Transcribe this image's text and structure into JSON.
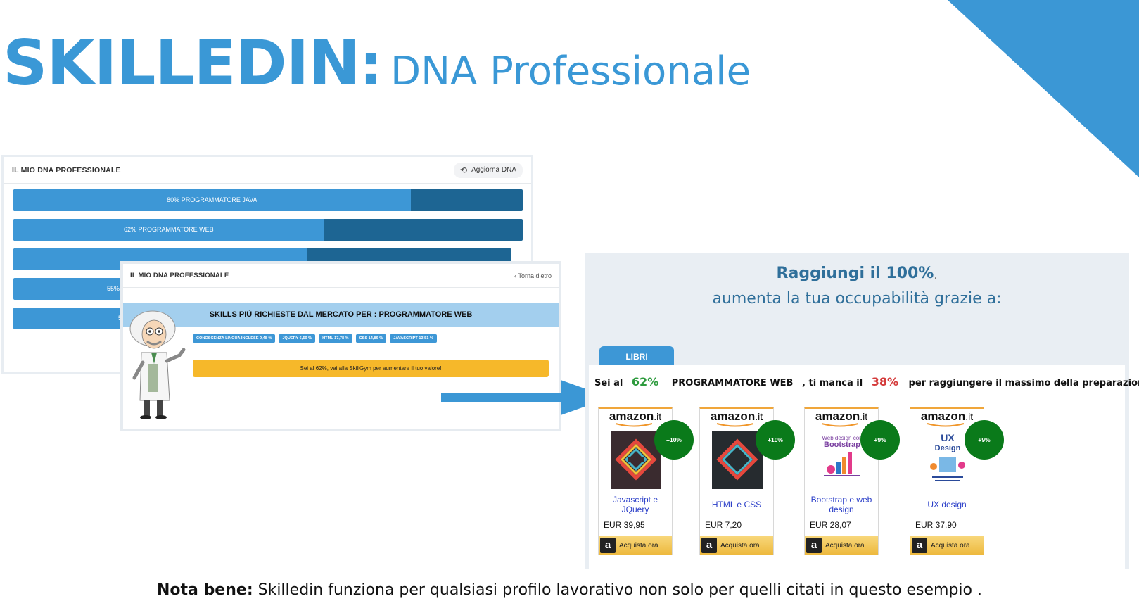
{
  "hero": {
    "brand": "SKILLEDIN",
    "colon": ":",
    "subtitle": "DNA Professionale"
  },
  "dna_panel": {
    "title": "IL MIO DNA PROFESSIONALE",
    "update_button": "Aggiorna DNA",
    "bars": [
      {
        "label": "80% PROGRAMMATORE JAVA",
        "value": 0.78
      },
      {
        "label": "62% PROGRAMMATORE WEB",
        "value": 0.61
      },
      {
        "label": "",
        "value": 0.59
      },
      {
        "label": "55%",
        "value": 0.22
      },
      {
        "label": "5",
        "value": 0.22
      }
    ]
  },
  "skills_panel": {
    "title": "IL MIO DNA PROFESSIONALE",
    "back_link": "Torna dietro",
    "banner": "SKILLS PIÙ RICHIESTE DAL MERCATO PER : PROGRAMMATORE WEB",
    "tags": [
      "CONOSCENZA LINGUA INGLESE 9,48 %",
      "JQUERY 6,59 %",
      "HTML 17,78 %",
      "CSS 14,86 %",
      "JAVASCRIPT 13,51 %"
    ],
    "cta": "Sei al 62%, vai alla SkillGym per aumentare il tuo valore!"
  },
  "reach": {
    "title": "Raggiungi il 100%",
    "title_suffix": ",",
    "subtitle": "aumenta la tua occupabilità grazie a:",
    "tab": "LIBRI",
    "info": {
      "prefix": "Sei al",
      "current_pct": "62%",
      "job": "PROGRAMMATORE WEB",
      "mid": ", ti manca il",
      "missing_pct": "38%",
      "suffix": "per raggiungere il massimo della preparazione"
    }
  },
  "books": [
    {
      "title": "Javascript e JQuery",
      "price": "EUR 39,95",
      "badge": "+10%",
      "buy": "Acquista ora",
      "logo": "amazon",
      "logo_tld": ".it"
    },
    {
      "title": "HTML e CSS",
      "price": "EUR 7,20",
      "badge": "+10%",
      "buy": "Acquista ora",
      "logo": "amazon",
      "logo_tld": ".it"
    },
    {
      "title": "Bootstrap e web design",
      "price": "EUR 28,07",
      "badge": "+9%",
      "buy": "Acquista ora",
      "logo": "amazon",
      "logo_tld": ".it",
      "cover_text": [
        "Web design con",
        "Bootstrap"
      ]
    },
    {
      "title": "UX design",
      "price": "EUR 37,90",
      "badge": "+9%",
      "buy": "Acquista ora",
      "logo": "amazon",
      "logo_tld": ".it",
      "cover_text": [
        "UX",
        "Design"
      ]
    }
  ],
  "note": {
    "bold": "Nota bene:",
    "text": " Skilledin funziona per qualsiasi profilo lavorativo non solo per quelli citati in questo esempio ."
  },
  "colors": {
    "accent": "#3a98d6",
    "dark_bar": "#1d6593",
    "green": "#0a7a1a",
    "cta_yellow": "#f6b82a"
  }
}
